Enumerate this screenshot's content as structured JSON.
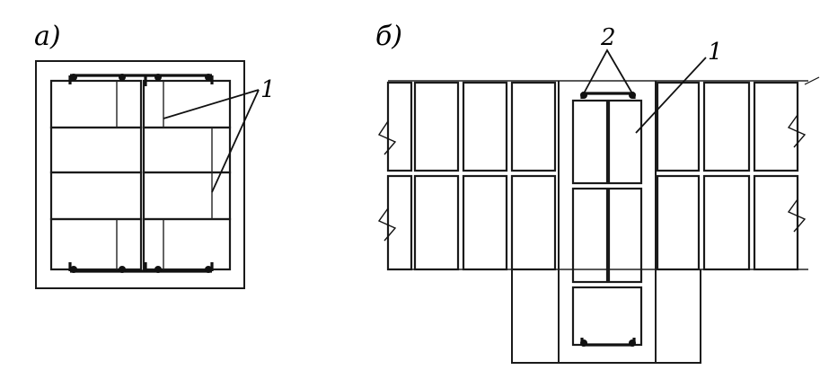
{
  "panels": {
    "a": {
      "label": "а)",
      "callout": "1"
    },
    "b": {
      "label": "б)",
      "callout_1": "1",
      "callout_2": "2"
    }
  },
  "colors": {
    "ink": "#111111",
    "background": "#ffffff"
  }
}
